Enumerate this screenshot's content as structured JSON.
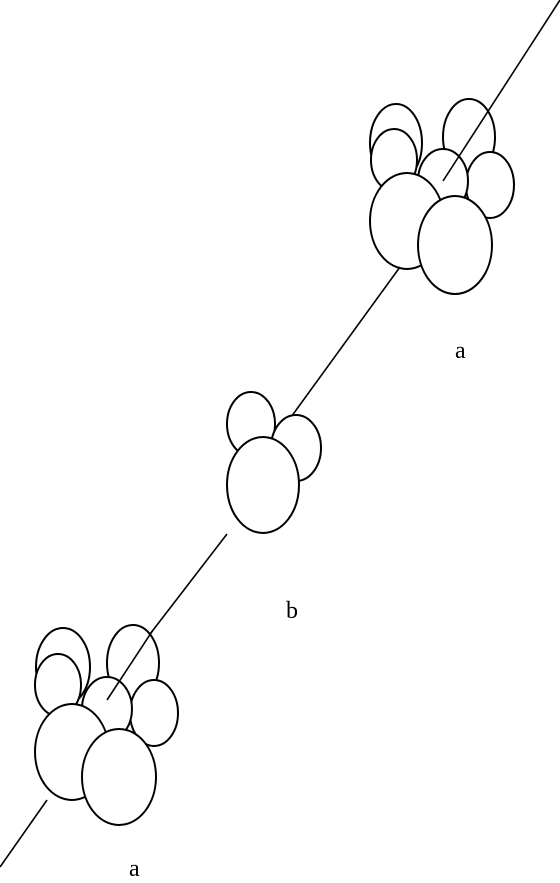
{
  "labels": {
    "top": "a",
    "middle": "b",
    "bottom": "a"
  },
  "colors": {
    "stroke": "#000000",
    "fill": "#ffffff",
    "background": "#ffffff"
  }
}
